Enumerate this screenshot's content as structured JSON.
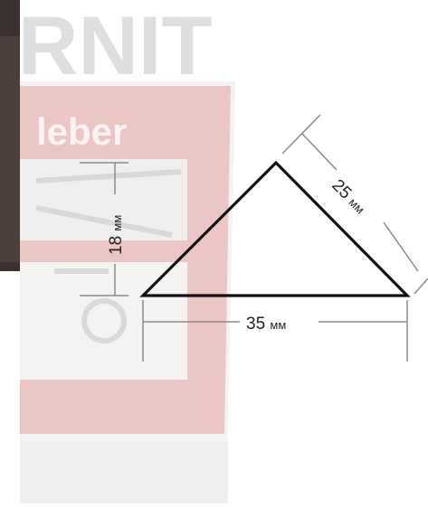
{
  "background": {
    "brand_letters": "RNIT",
    "label_text": "leber",
    "colors": {
      "bucket_red": "#e8b3b3",
      "bucket_white": "#f1f1f1",
      "left_strip": "#3a3030"
    }
  },
  "diagram": {
    "shape": "triangle",
    "line_color": "#111111",
    "dimension_color": "#8a8a8a",
    "height": {
      "value": "18",
      "unit": "мм"
    },
    "base": {
      "value": "35",
      "unit": "мм"
    },
    "side": {
      "value": "25",
      "unit": "мм"
    }
  }
}
